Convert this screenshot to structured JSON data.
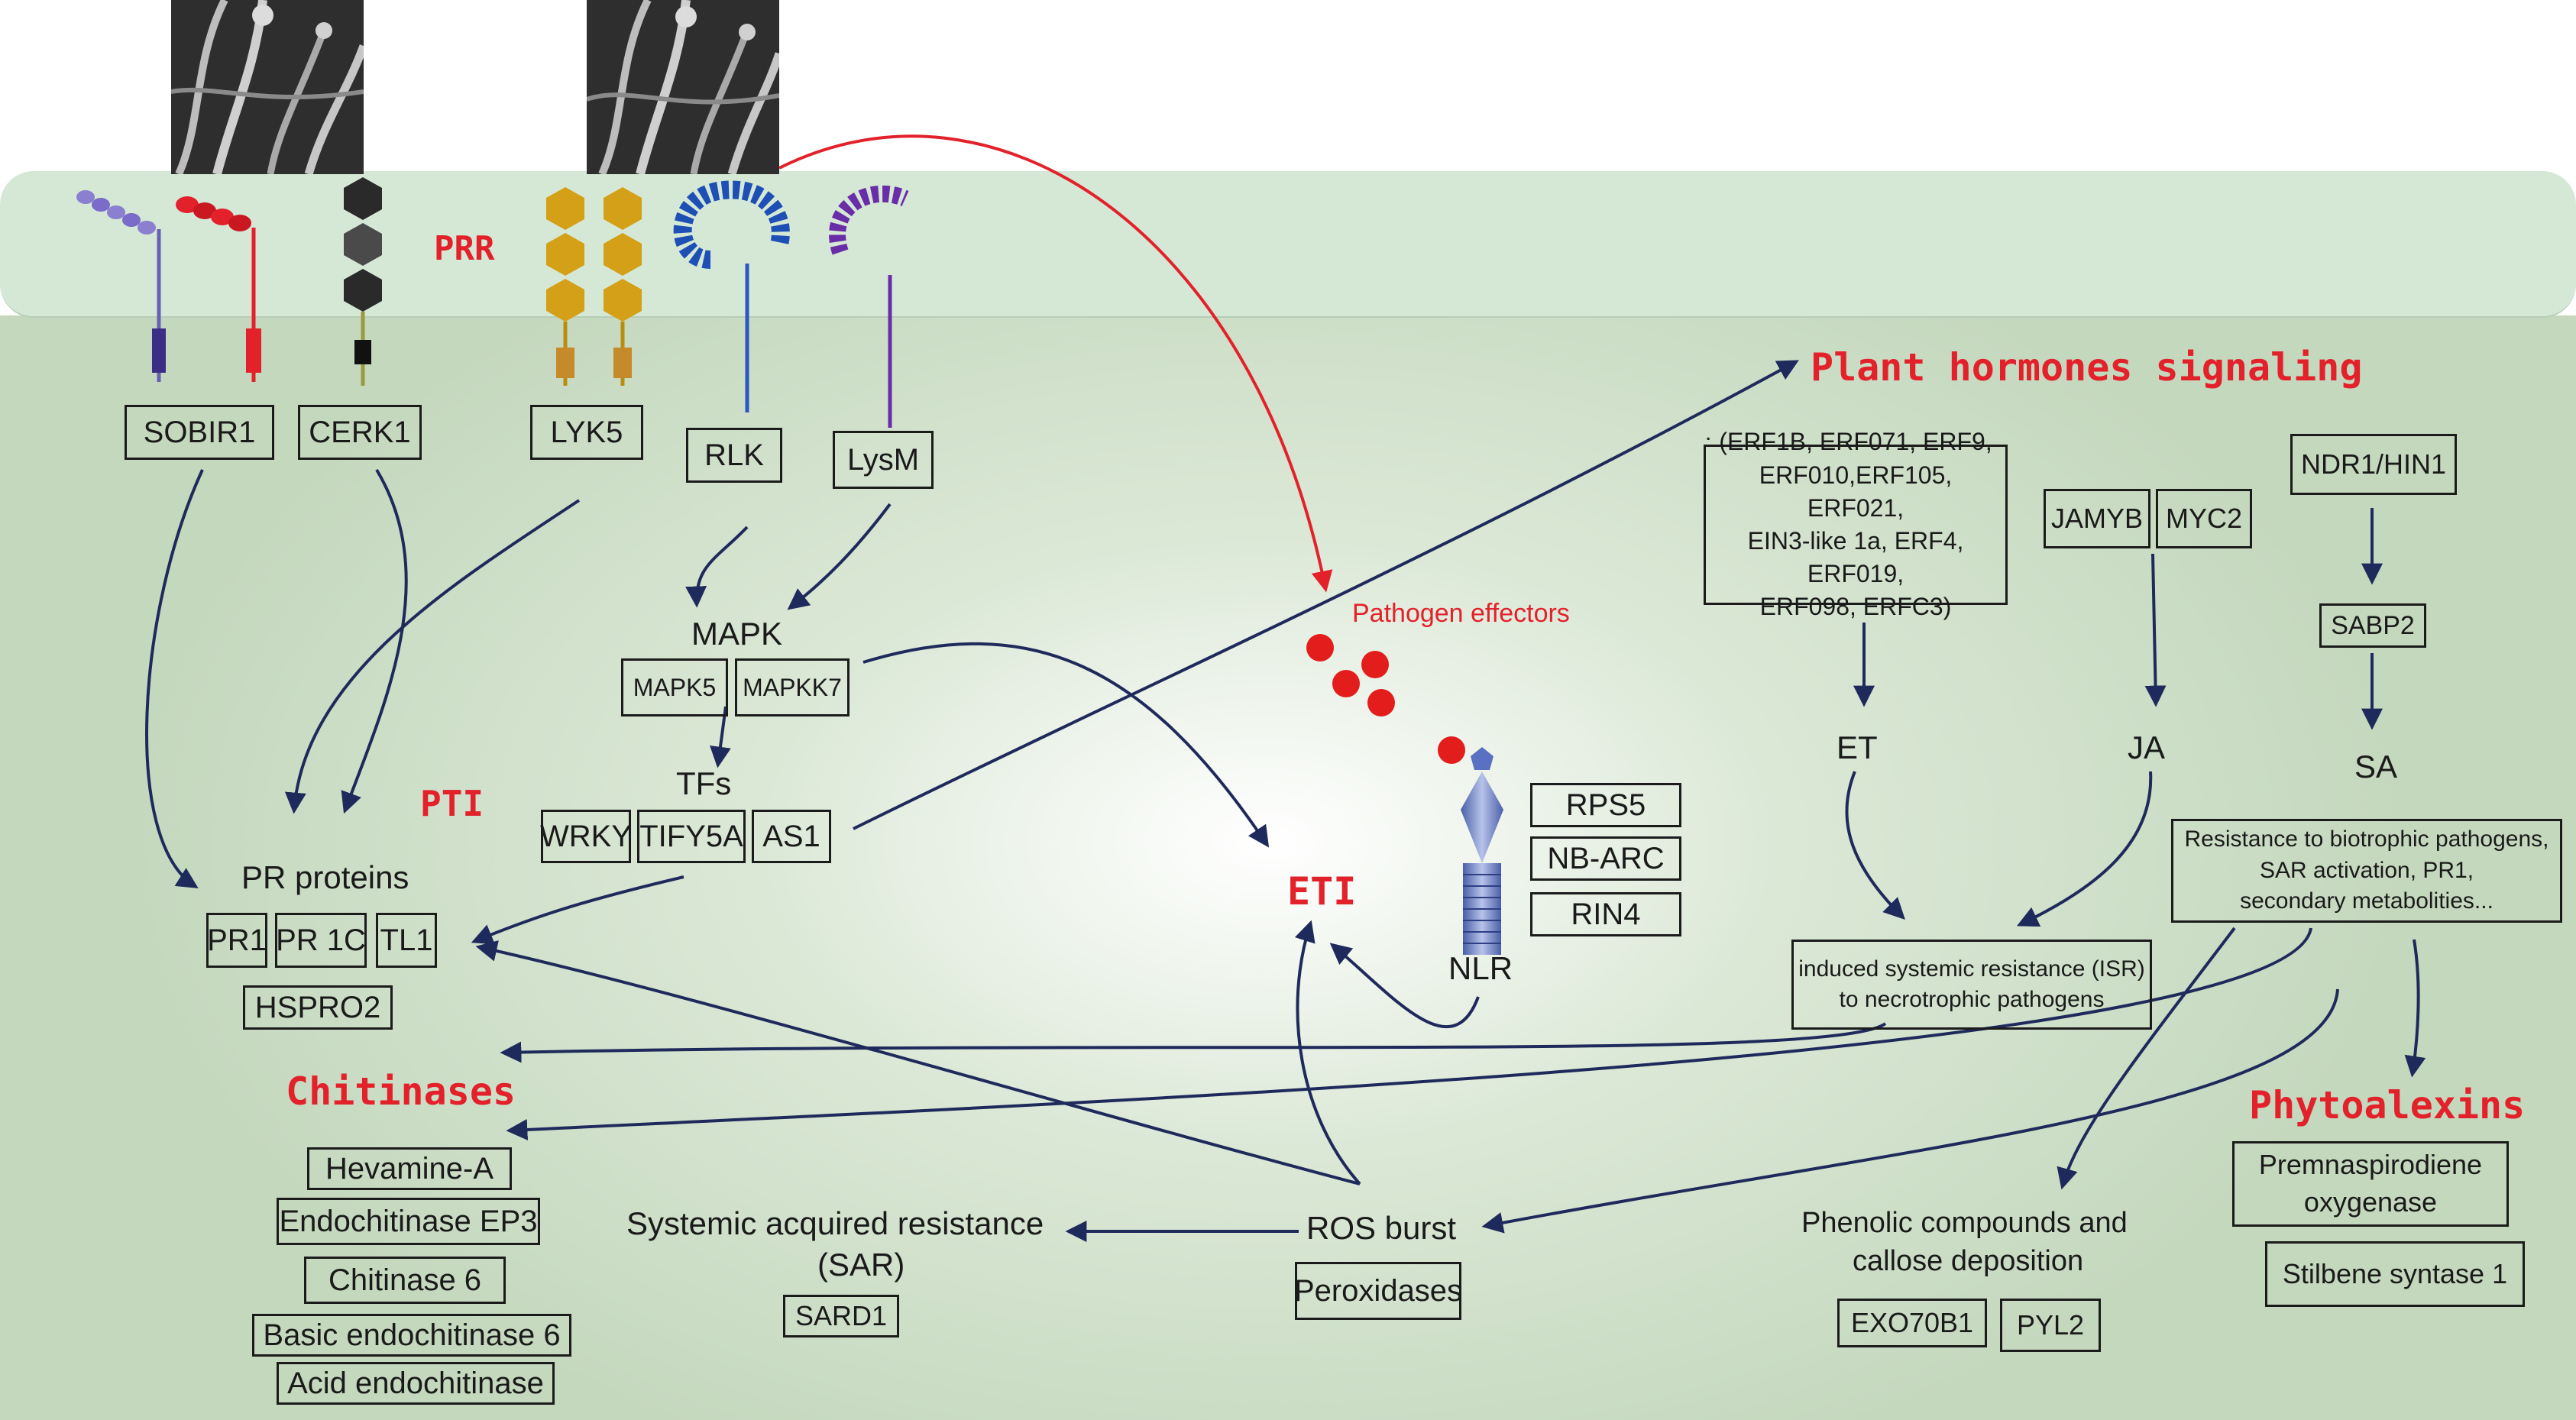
{
  "membrane": {
    "prr_label": "PRR"
  },
  "receptors": [
    "SOBIR1",
    "CERK1",
    "LYK5",
    "RLK",
    "LysM"
  ],
  "mapk": {
    "title": "MAPK",
    "items": [
      "MAPK5",
      "MAPKK7"
    ]
  },
  "tfs": {
    "title": "TFs",
    "items": [
      "WRKY",
      "TIFY5A",
      "AS1"
    ]
  },
  "pti": {
    "label": "PTI",
    "pr_title": "PR proteins",
    "pr_items": [
      "PR1",
      "PR 1C",
      "TL1",
      "HSPRO2"
    ]
  },
  "chitinases": {
    "title": "Chitinases",
    "items": [
      "Hevamine-A",
      "Endochitinase EP3",
      "Chitinase 6",
      "Basic endochitinase 6",
      "Acid endochitinase"
    ]
  },
  "sar": {
    "line1": "Systemic acquired resistance",
    "line2": "(SAR)",
    "gene": "SARD1"
  },
  "ros": {
    "label": "ROS burst",
    "gene": "Peroxidases"
  },
  "eti": {
    "label": "ETI",
    "effectors_label": "Pathogen effectors"
  },
  "nlr": {
    "label": "NLR",
    "items": [
      "RPS5",
      "NB-ARC",
      "RIN4"
    ]
  },
  "hormones": {
    "title": "Plant hormones signaling",
    "dot": ".",
    "erf_lines": [
      "(ERF1B, ERF071, ERF9,",
      "ERF010,ERF105, ERF021,",
      "EIN3-like 1a, ERF4, ERF019,",
      "ERF098, ERFC3)"
    ],
    "ja_genes": [
      "JAMYB",
      "MYC2"
    ],
    "sa_genes": [
      "NDR1/HIN1",
      "SABP2"
    ],
    "et": "ET",
    "ja": "JA",
    "sa": "SA",
    "sa_effects": [
      "Resistance to biotrophic pathogens,",
      "SAR activation, PR1,",
      "secondary metabolities..."
    ],
    "isr": [
      "induced systemic resistance (ISR)",
      "to necrotrophic pathogens"
    ]
  },
  "phenolic": {
    "line1": "Phenolic compounds and",
    "line2": "callose deposition",
    "items": [
      "EXO70B1",
      "PYL2"
    ]
  },
  "phytoalexins": {
    "title": "Phytoalexins",
    "items": [
      "Premnaspirodiene oxygenase",
      "Stilbene syntase 1"
    ]
  },
  "colors": {
    "accent_red": "#e3212b",
    "arrow_navy": "#1f2a5c",
    "membrane": "#d5e8d6",
    "cell_green": "#c4d8be"
  }
}
